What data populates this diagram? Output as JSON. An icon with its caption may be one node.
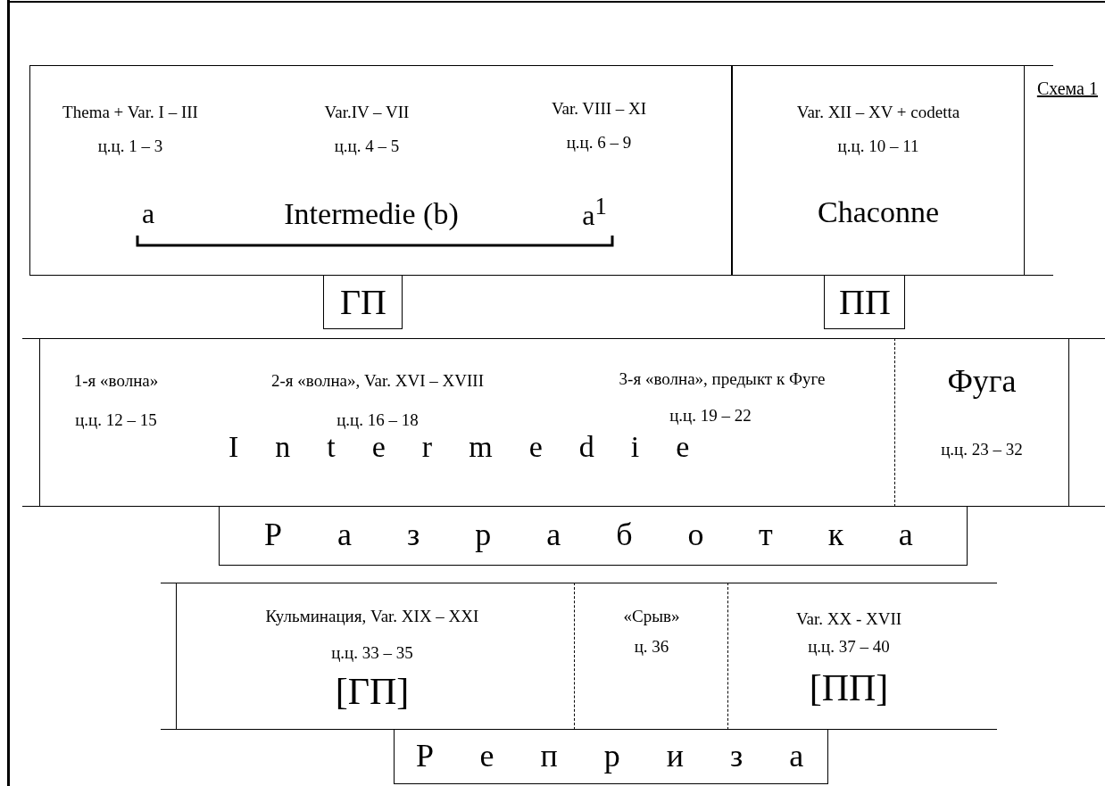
{
  "diagram": {
    "title": "Схема 1",
    "nodes": [
      {
        "text": [
          "Thema + Var. I – III",
          "ц.ц. 1 – 3",
          "Var.IV – VII",
          "ц.ц. 4 – 5",
          "Var. VIII – XI",
          "ц.ц. 6 – 9",
          "a",
          "Intermedie (b)",
          "a$^{1}$"
        ]
      },
      {
        "text": [
          "Var. XII – XV + codetta",
          "ц.ц. 10 – 11",
          "Chaconne"
        ]
      },
      {
        "text": [
          "ГП"
        ]
      },
      {
        "text": [
          "ПП"
        ]
      },
      {
        "text": [
          "1-я «волна»",
          "ц.ц. 12 – 15",
          "2-я «волна», Var. XVI – XVIII",
          "ц.ц. 16 – 18",
          "3-я «волна», предыкт к Фуге",
          "ц.ц. 19 – 22",
          "Intermedie"
        ]
      },
      {
        "text": [
          "Фуга",
          "ц.ц. 23 – 32"
        ]
      },
      {
        "text": [
          "Разработка"
        ]
      },
      {
        "text": [
          "Кульминация, Var. XIX – XXI",
          "ц.ц. 33 – 35",
          "[ГП]"
        ]
      },
      {
        "text": [
          "«Срыв»",
          "ц. 36"
        ]
      },
      {
        "text": [
          "Var. XX - XVII",
          "ц.ц. 37 – 40",
          "[ПП]"
        ]
      },
      {
        "text": [
          "Реприза"
        ]
      }
    ],
    "edges": []
  }
}
